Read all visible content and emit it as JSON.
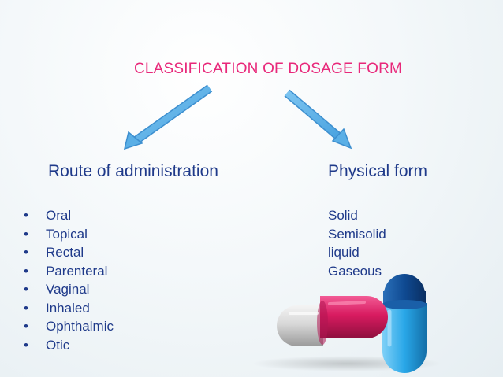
{
  "title": "CLASSIFICATION OF DOSAGE FORM",
  "left_column": {
    "heading": "Route of administration",
    "items": [
      "Oral",
      "Topical",
      "Rectal",
      "Parenteral",
      "Vaginal",
      "Inhaled",
      "Ophthalmic",
      "Otic"
    ]
  },
  "right_column": {
    "heading": "Physical form",
    "items": [
      "Solid",
      "Semisolid",
      "liquid",
      "Gaseous"
    ]
  },
  "colors": {
    "title": "#e8287a",
    "text": "#1f3a8a",
    "arrow": "#5aafe6",
    "pill_red": "#d81b60",
    "pill_blue": "#29a7e8"
  },
  "icons": [
    "arrow-down-left",
    "arrow-down-right",
    "capsule-pink-white",
    "capsule-blue"
  ]
}
